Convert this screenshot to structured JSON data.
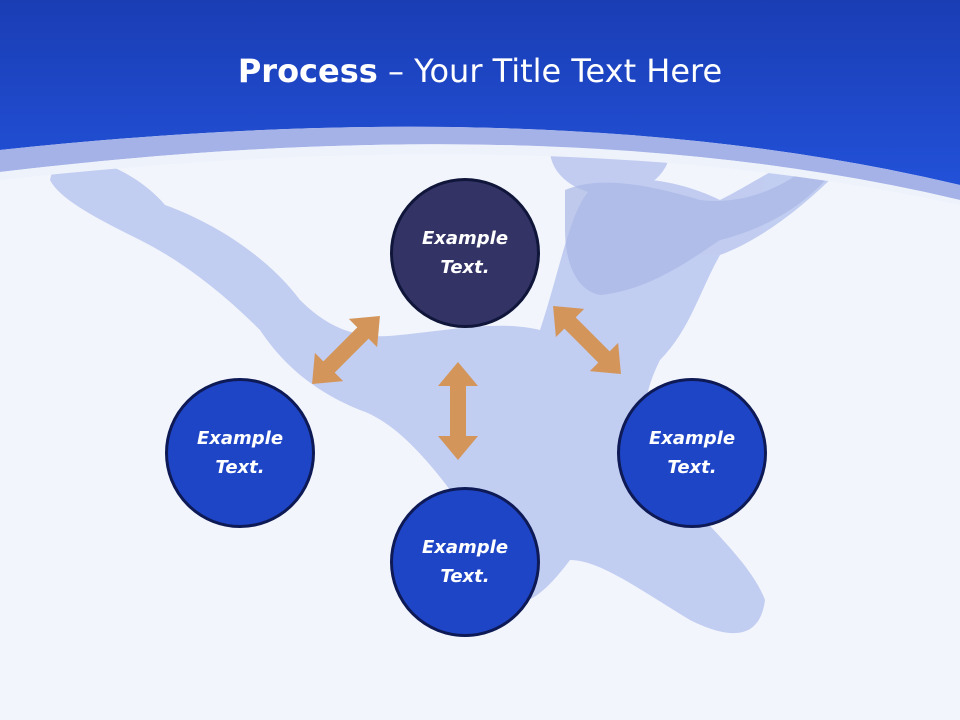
{
  "title": {
    "bold": "Process",
    "separator": " – ",
    "rest": "Your Title Text Here"
  },
  "nodes": {
    "center": "Example Text.",
    "left": "Example Text.",
    "right": "Example Text.",
    "bottom": "Example Text."
  },
  "colors": {
    "header_blue": "#1f45c7",
    "center_node": "#333366",
    "outer_node": "#1f45c7",
    "arrow": "#d4955a",
    "background": "#f2f5fc"
  }
}
